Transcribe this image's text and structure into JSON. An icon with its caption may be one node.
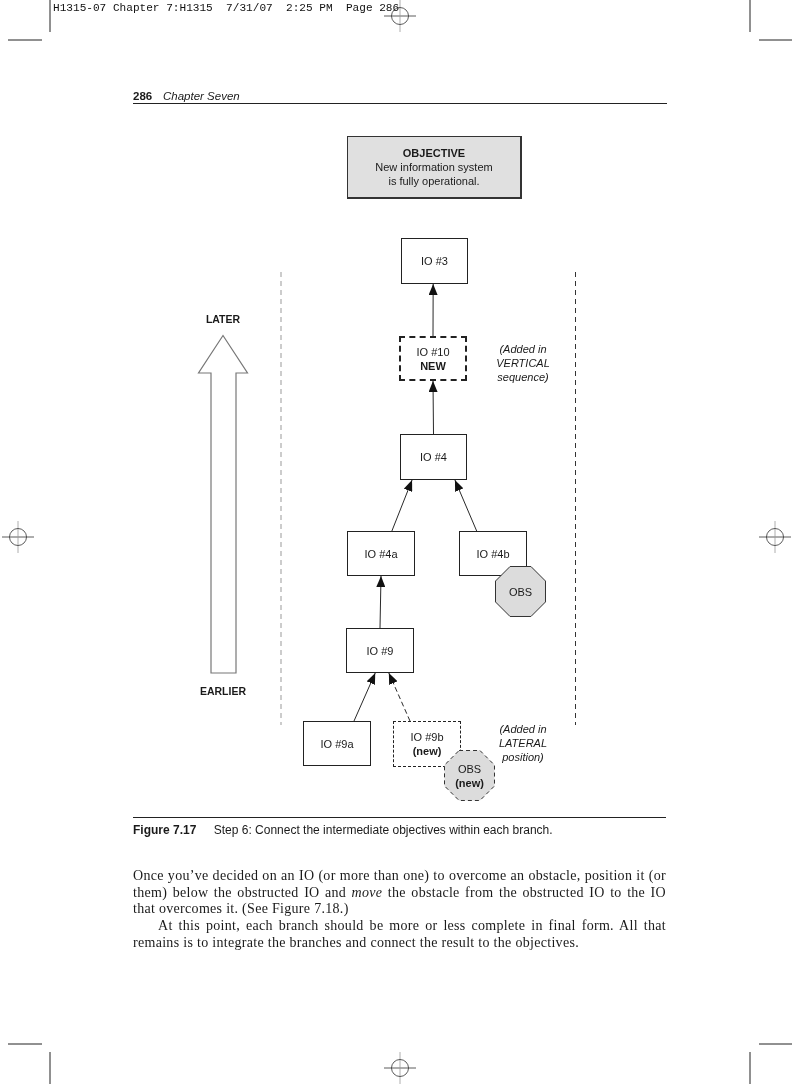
{
  "diagram": {
    "caption": "**Figure 7.17** Step 6: Connect the intermediate objectives within each branch.",
    "nodes": [
      {
        "text": [
          "OBJECTIVE",
          "New information system is fully operational."
        ]
      },
      {
        "text": [
          "IO #3"
        ]
      },
      {
        "text": [
          "IO #10",
          "NEW"
        ],
        "beside": [
          "(Added in VERTICAL sequence)"
        ]
      },
      {
        "text": [
          "IO #4"
        ]
      },
      {
        "text": [
          "IO #4a"
        ]
      },
      {
        "text": [
          "IO #4b"
        ]
      },
      {
        "text": [
          "OBS"
        ]
      },
      {
        "text": [
          "IO #9"
        ]
      },
      {
        "text": [
          "IO #9a"
        ]
      },
      {
        "text": [
          "IO #9b",
          "(new)"
        ]
      },
      {
        "text": [
          "OBS",
          "(new)"
        ],
        "beside": [
          "(Added in LATERAL position)"
        ]
      }
    ],
    "edges": [
      {
        "from": 2,
        "to": 1,
        "arrow": "to"
      },
      {
        "from": 3,
        "to": 2,
        "arrow": "to"
      },
      {
        "from": 4,
        "to": 3,
        "arrow": "to"
      },
      {
        "from": 5,
        "to": 3,
        "arrow": "to"
      },
      {
        "from": 7,
        "to": 4,
        "arrow": "to"
      },
      {
        "from": 8,
        "to": 7,
        "arrow": "to"
      },
      {
        "from": 9,
        "to": 7,
        "arrow": "to",
        "style": "dashed"
      }
    ],
    "labels": [
      "H1315-07 Chapter 7:H1315  7/31/07  2:25 PM  Page 286",
      "286",
      "Chapter Seven",
      "LATER",
      "EARLIER",
      "Once you’ve decided on an IO (or more than one) to overcome an obstacle, position it (or them) below the obstructed IO and *move* the obstacle from the obstructed IO to the IO that overcomes it. (See Figure 7.18.)",
      "At this point, each branch should be more or less complete in final form. All that remains is to integrate the branches and connect the result to the objectives."
    ]
  }
}
